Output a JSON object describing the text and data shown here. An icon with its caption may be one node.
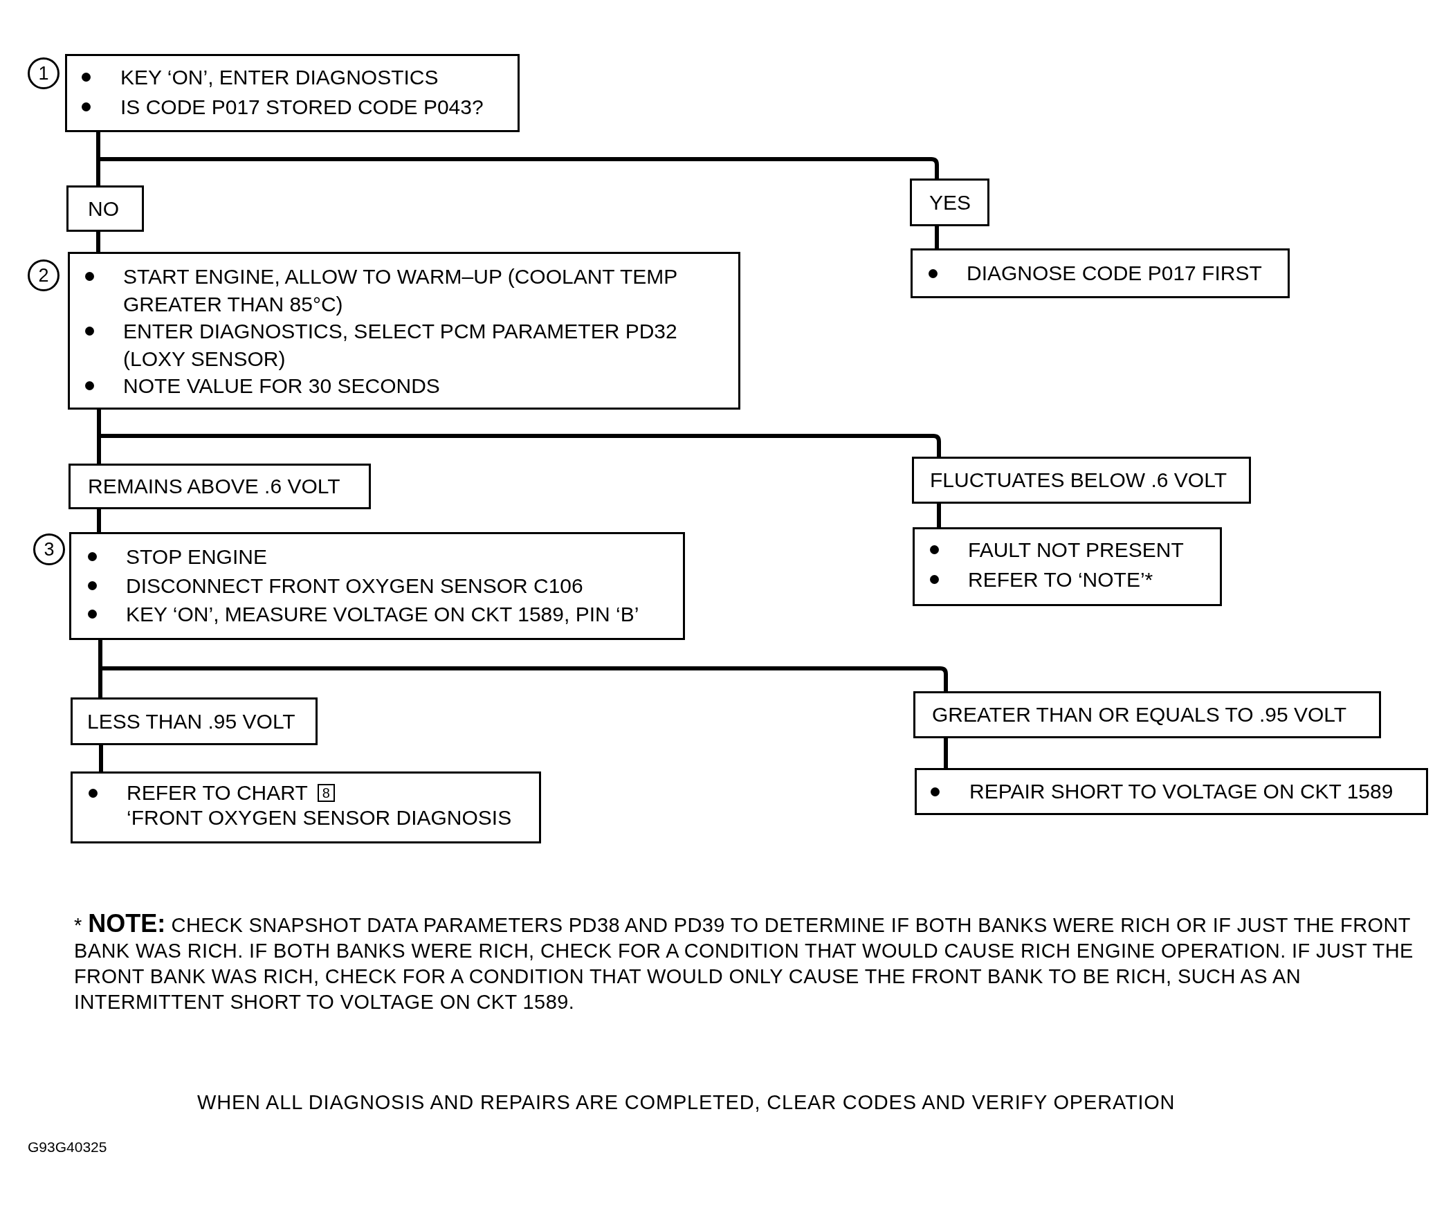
{
  "diagram": {
    "nodes": [
      {
        "text": [
          "KEY ‘ON’, ENTER DIAGNOSTICS",
          "IS CODE P017 STORED CODE P043?"
        ],
        "beside": [
          "1"
        ]
      },
      {
        "text": [
          "NO"
        ]
      },
      {
        "text": [
          "YES"
        ]
      },
      {
        "text": [
          "START ENGINE, ALLOW TO WARM–UP (COOLANT TEMP GREATER THAN 85°C)",
          "ENTER DIAGNOSTICS, SELECT PCM PARAMETER PD32 (LOXY SENSOR)",
          "NOTE VALUE FOR 30 SECONDS"
        ],
        "beside": [
          "2"
        ]
      },
      {
        "text": [
          "DIAGNOSE CODE P017 FIRST"
        ]
      },
      {
        "text": [
          "REMAINS ABOVE .6 VOLT"
        ]
      },
      {
        "text": [
          "FLUCTUATES BELOW .6 VOLT"
        ]
      },
      {
        "text": [
          "STOP ENGINE",
          "DISCONNECT FRONT OXYGEN SENSOR C106",
          "KEY ‘ON’, MEASURE VOLTAGE ON CKT 1589, PIN ‘B’"
        ],
        "beside": [
          "3"
        ]
      },
      {
        "text": [
          "FAULT NOT PRESENT",
          "REFER TO ‘NOTE’*"
        ]
      },
      {
        "text": [
          "LESS THAN .95 VOLT"
        ]
      },
      {
        "text": [
          "GREATER THAN OR EQUALS TO .95 VOLT"
        ]
      },
      {
        "text": [
          "REFER TO CHART",
          "‘FRONT OXYGEN SENSOR DIAGNOSIS"
        ]
      },
      {
        "text": [
          "8"
        ],
        "in": 11
      },
      {
        "text": [
          "REPAIR SHORT TO VOLTAGE ON CKT 1589"
        ]
      }
    ],
    "edges": [
      {
        "from": 0,
        "to": 1,
        "arrow": "none"
      },
      {
        "from": 0,
        "to": 2,
        "arrow": "none"
      },
      {
        "from": 1,
        "to": 3,
        "arrow": "none"
      },
      {
        "from": 2,
        "to": 4,
        "arrow": "none"
      },
      {
        "from": 3,
        "to": 5,
        "arrow": "none"
      },
      {
        "from": 3,
        "to": 6,
        "arrow": "none"
      },
      {
        "from": 5,
        "to": 7,
        "arrow": "none"
      },
      {
        "from": 6,
        "to": 8,
        "arrow": "none"
      },
      {
        "from": 7,
        "to": 9,
        "arrow": "none"
      },
      {
        "from": 7,
        "to": 10,
        "arrow": "none"
      },
      {
        "from": 9,
        "to": 11,
        "arrow": "none"
      },
      {
        "from": 10,
        "to": 13,
        "arrow": "none"
      }
    ],
    "labels": [
      "* **NOTE:** CHECK SNAPSHOT DATA PARAMETERS PD38 AND PD39 TO DETERMINE IF BOTH BANKS WERE RICH OR IF JUST THE FRONT BANK WAS RICH. IF BOTH BANKS WERE RICH, CHECK FOR A CONDITION THAT WOULD CAUSE RICH ENGINE OPERATION. IF JUST THE FRONT BANK WAS RICH, CHECK FOR A CONDITION THAT WOULD ONLY CAUSE THE FRONT BANK TO BE RICH, SUCH AS AN INTERMITTENT SHORT TO VOLTAGE ON CKT 1589.",
      "WHEN ALL DIAGNOSIS AND REPAIRS ARE COMPLETED, CLEAR CODES AND VERIFY OPERATION",
      "G93G40325"
    ]
  }
}
